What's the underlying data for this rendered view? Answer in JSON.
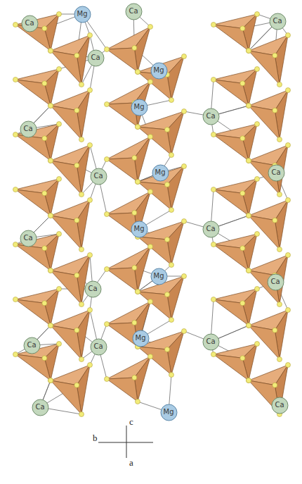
{
  "diagram": {
    "nodes": [
      {
        "text": [
          "Ca"
        ]
      },
      {
        "text": [
          "Mg"
        ]
      },
      {
        "text": [
          "Ca"
        ]
      },
      {
        "text": [
          "Ca"
        ]
      },
      {
        "text": [
          "Ca"
        ]
      },
      {
        "text": [
          "Mg"
        ]
      },
      {
        "text": [
          "Mg"
        ]
      },
      {
        "text": [
          "Ca"
        ]
      },
      {
        "text": [
          "Ca"
        ]
      },
      {
        "text": [
          "Mg"
        ]
      },
      {
        "text": [
          "Ca"
        ]
      },
      {
        "text": [
          "Ca"
        ]
      },
      {
        "text": [
          "Mg"
        ]
      },
      {
        "text": [
          "Ca"
        ]
      },
      {
        "text": [
          "Ca"
        ]
      },
      {
        "text": [
          "Mg"
        ]
      },
      {
        "text": [
          "Ca"
        ]
      },
      {
        "text": [
          "Ca"
        ]
      },
      {
        "text": [
          "Mg"
        ]
      },
      {
        "text": [
          "Ca"
        ]
      },
      {
        "text": [
          "Ca"
        ]
      },
      {
        "text": [
          "Ca"
        ]
      },
      {
        "text": [
          "Ca"
        ]
      },
      {
        "text": [
          "Ca"
        ]
      },
      {
        "text": [
          "Mg"
        ]
      }
    ],
    "labels": [
      "c",
      "b",
      "a"
    ]
  }
}
